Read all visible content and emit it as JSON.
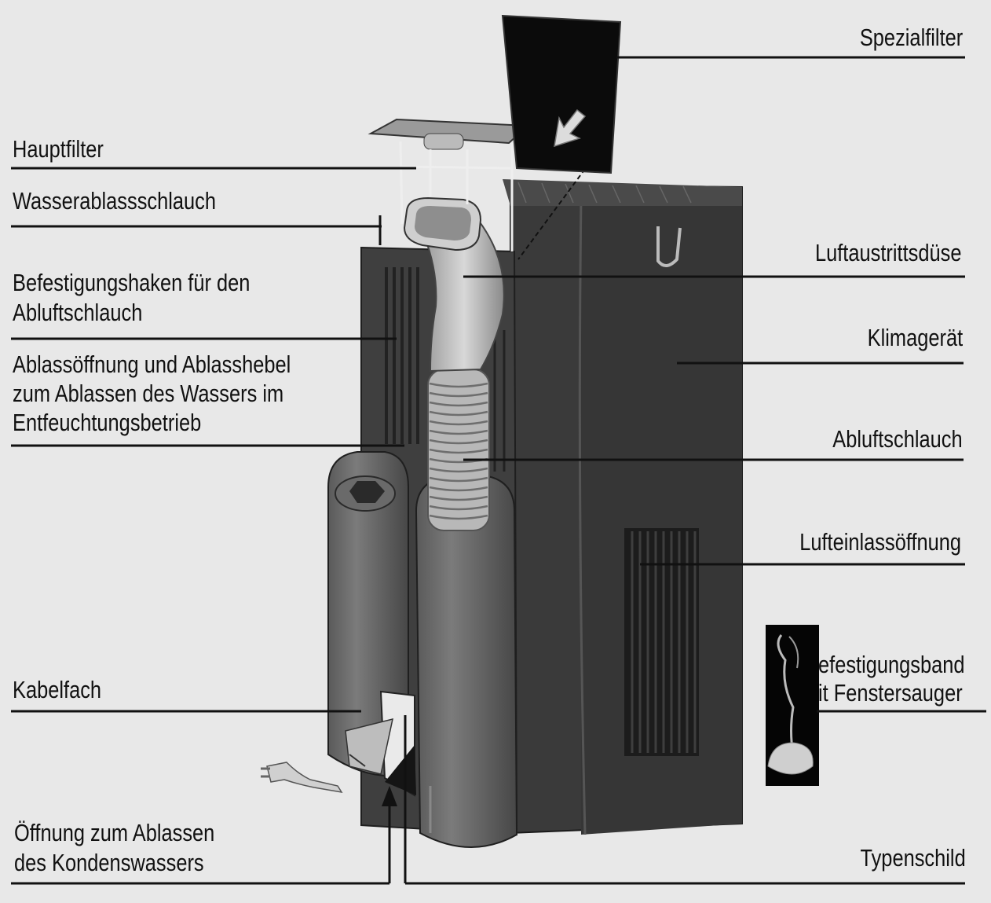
{
  "labels": {
    "spezialfilter": "Spezialfilter",
    "hauptfilter": "Hauptfilter",
    "wasserablassschlauch": "Wasserablassschlauch",
    "befestigungshaken_line1": "Befestigungshaken für den",
    "befestigungshaken_line2": "Abluftschlauch",
    "ablassoeffnung_line1": "Ablassöffnung und Ablasshebel",
    "ablassoeffnung_line2": "zum Ablassen des Wassers im",
    "ablassoeffnung_line3": "Entfeuchtungsbetrieb",
    "luftaustrittsduese": "Luftaustrittsdüse",
    "klimageraet": "Klimagerät",
    "abluftschlauch": "Abluftschlauch",
    "lufteinlassoeffnung": "Lufteinlassöffnung",
    "befestigungsband_line1": "efestigungsband",
    "befestigungsband_line2": "it Fenstersauger",
    "kabelfach": "Kabelfach",
    "oeffnung_kondenswasser_line1": "Öffnung zum Ablassen",
    "oeffnung_kondenswasser_line2": "des Kondenswassers",
    "typenschild": "Typenschild"
  },
  "colors": {
    "background": "#e8e8e8",
    "unit_body": "#3a3a3a",
    "unit_side": "#2c2c2c",
    "hose": "#8a8a8a",
    "leader_line": "#111111",
    "text": "#111111"
  }
}
